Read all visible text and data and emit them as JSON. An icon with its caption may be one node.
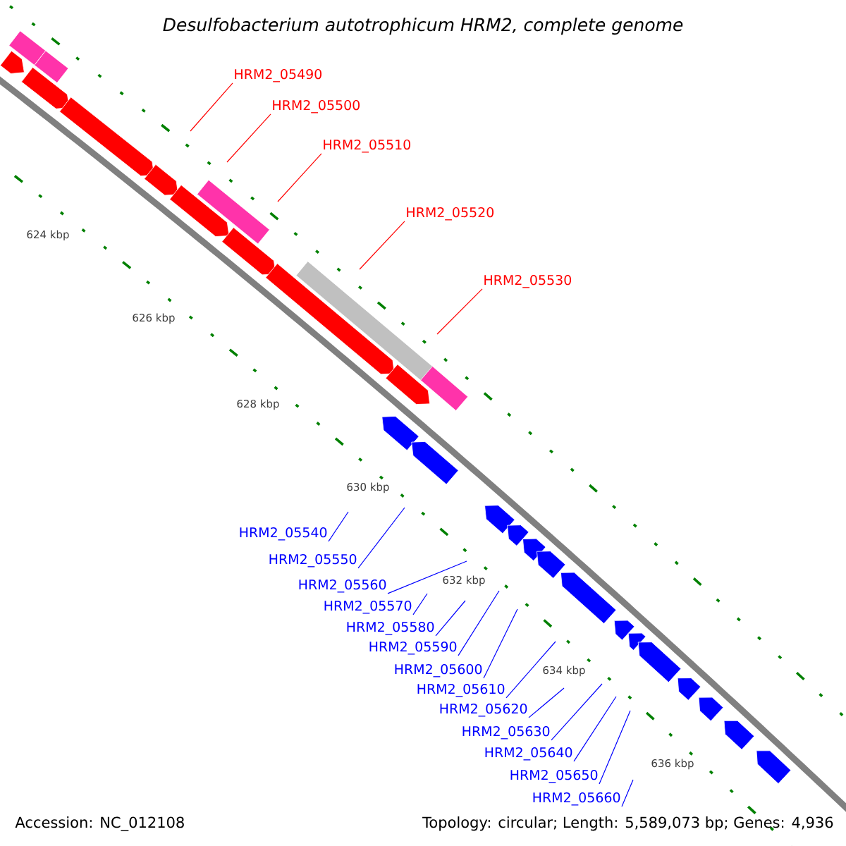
{
  "diagram": {
    "title": "Desulfobacterium autotrophicum HRM2, complete genome",
    "nodes": [
      {
        "text": [
          "HRM2_05490"
        ]
      },
      {
        "text": [
          "HRM2_05500"
        ]
      },
      {
        "text": [
          "HRM2_05510"
        ]
      },
      {
        "text": [
          "HRM2_05520"
        ]
      },
      {
        "text": [
          "HRM2_05530"
        ]
      },
      {
        "text": [
          "HRM2_05540"
        ]
      },
      {
        "text": [
          "HRM2_05550"
        ]
      },
      {
        "text": [
          "HRM2_05560"
        ]
      },
      {
        "text": [
          "HRM2_05570"
        ]
      },
      {
        "text": [
          "HRM2_05580"
        ]
      },
      {
        "text": [
          "HRM2_05590"
        ]
      },
      {
        "text": [
          "HRM2_05600"
        ]
      },
      {
        "text": [
          "HRM2_05610"
        ]
      },
      {
        "text": [
          "HRM2_05620"
        ]
      },
      {
        "text": [
          "HRM2_05630"
        ]
      },
      {
        "text": [
          "HRM2_05640"
        ]
      },
      {
        "text": [
          "HRM2_05650"
        ]
      },
      {
        "text": [
          "HRM2_05660"
        ]
      }
    ],
    "edges": [
      {
        "from": 0,
        "to": null,
        "arrow": "none",
        "color": "#ff0000"
      },
      {
        "from": 1,
        "to": null,
        "arrow": "none",
        "color": "#ff0000"
      },
      {
        "from": 2,
        "to": null,
        "arrow": "none",
        "color": "#ff0000"
      },
      {
        "from": 3,
        "to": null,
        "arrow": "none",
        "color": "#ff0000"
      },
      {
        "from": 4,
        "to": null,
        "arrow": "none",
        "color": "#ff0000"
      },
      {
        "from": 5,
        "to": null,
        "arrow": "none"
      },
      {
        "from": 6,
        "to": null,
        "arrow": "none"
      },
      {
        "from": 7,
        "to": null,
        "arrow": "none"
      },
      {
        "from": 8,
        "to": null,
        "arrow": "none"
      },
      {
        "from": 9,
        "to": null,
        "arrow": "none"
      },
      {
        "from": 10,
        "to": null,
        "arrow": "none"
      },
      {
        "from": 11,
        "to": null,
        "arrow": "none"
      },
      {
        "from": 12,
        "to": null,
        "arrow": "none"
      },
      {
        "from": 13,
        "to": null,
        "arrow": "none"
      },
      {
        "from": 14,
        "to": null,
        "arrow": "none"
      },
      {
        "from": 15,
        "to": null,
        "arrow": "none"
      },
      {
        "from": 16,
        "to": null,
        "arrow": "none"
      },
      {
        "from": 17,
        "to": null,
        "arrow": "none"
      }
    ],
    "labels": [
      "624 kbp",
      "626 kbp",
      "628 kbp",
      "630 kbp",
      "632 kbp",
      "634 kbp",
      "636 kbp",
      "Accession: NC_012108",
      "Topology: circular; Length: 5,589,073 bp; Genes: 4,936"
    ]
  }
}
